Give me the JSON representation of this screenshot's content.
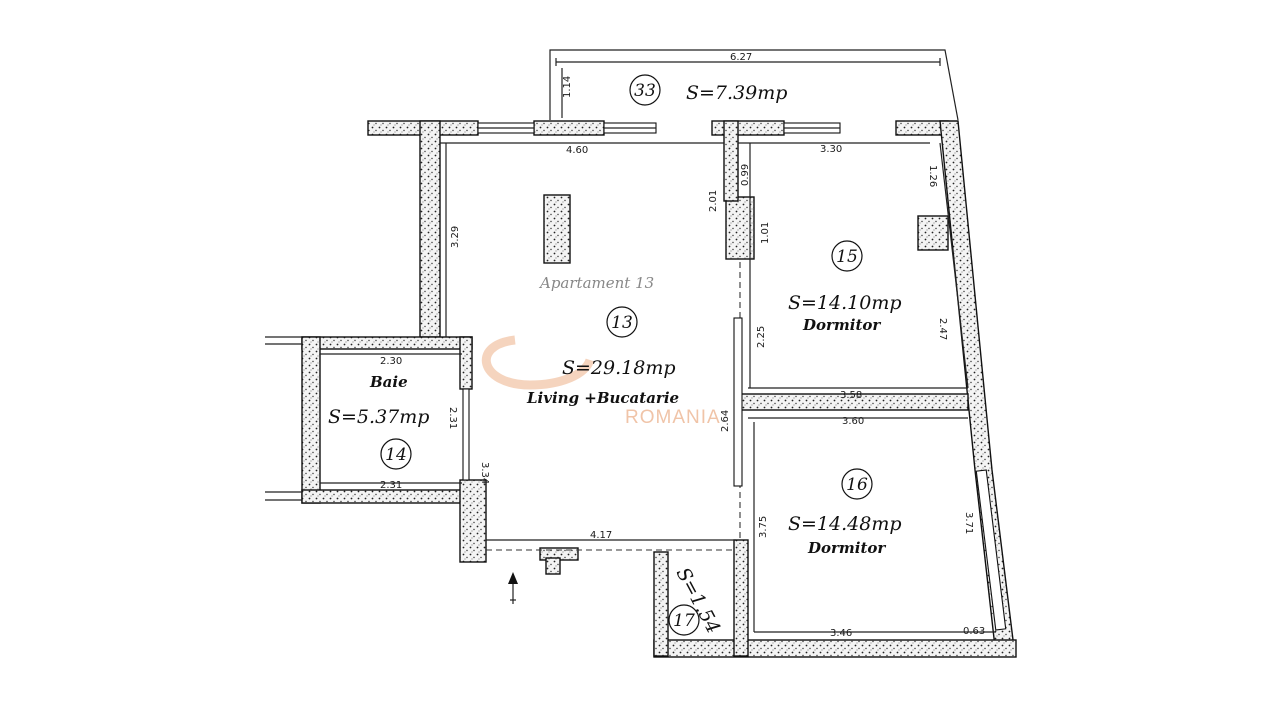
{
  "watermark": "ROMANIA",
  "apartment_label": "Apartament 13",
  "rooms": [
    {
      "id": "33",
      "area": "S=7.39mp"
    },
    {
      "id": "13",
      "area": "S=29.18mp",
      "name": "Living +Bucatarie"
    },
    {
      "id": "14",
      "area": "S=5.37mp",
      "name": "Baie"
    },
    {
      "id": "15",
      "area": "S=14.10mp",
      "name": "Dormitor"
    },
    {
      "id": "16",
      "area": "S=14.48mp",
      "name": "Dormitor"
    },
    {
      "id": "17",
      "area": "S=1.54"
    }
  ],
  "dimensions": {
    "balcony_width": "6.27",
    "balcony_depth": "1.14",
    "living_top": "4.60",
    "living_left": "3.29",
    "living_pillar_a": "2.01",
    "living_pillar_b": "0.99",
    "living_pillar_c": "1.01",
    "living_right_upper": "2.25",
    "living_right_lower": "2.64",
    "living_bottom": "4.17",
    "living_left_lower": "3.34",
    "bath_top": "2.30",
    "bath_bottom": "2.31",
    "bath_right": "2.31",
    "bed15_top": "3.30",
    "bed15_right_top": "1.26",
    "bed15_right": "2.47",
    "bed15_bottom": "3.58",
    "bed16_top": "3.60",
    "bed16_left": "3.75",
    "bed16_right": "3.71",
    "bed16_bottom": "3.46",
    "bed16_bottom_small": "0.63"
  }
}
